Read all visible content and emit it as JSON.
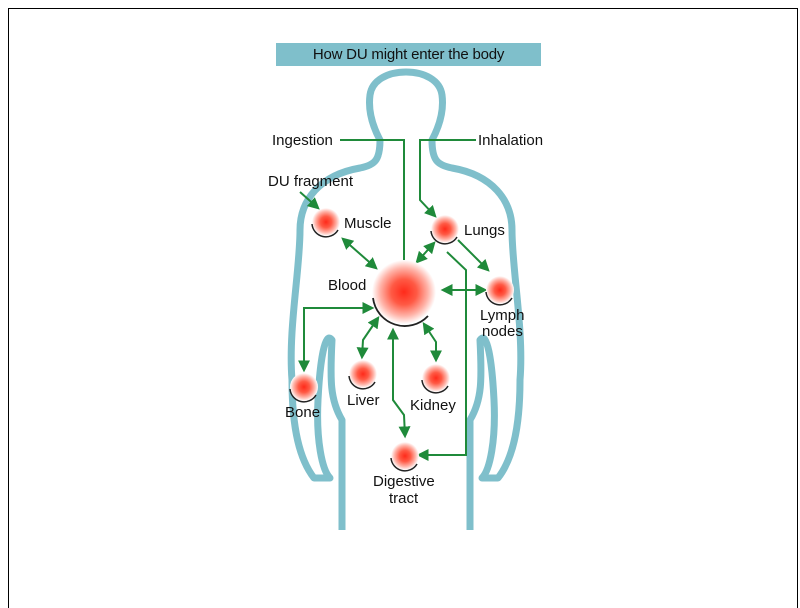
{
  "title": "How DU might enter the body",
  "labels": {
    "ingestion": "Ingestion",
    "inhalation": "Inhalation",
    "du_fragment": "DU fragment",
    "muscle": "Muscle",
    "lungs": "Lungs",
    "blood": "Blood",
    "lymph_line1": "Lymph",
    "lymph_line2": "nodes",
    "bone": "Bone",
    "liver": "Liver",
    "kidney": "Kidney",
    "digestive_line1": "Digestive",
    "digestive_line2": "tract"
  },
  "colors": {
    "body_outline": "#7fbfcb",
    "arrow": "#1f8a3a",
    "organ_core": "#ff2a1a",
    "banner": "#7fbfcb"
  }
}
